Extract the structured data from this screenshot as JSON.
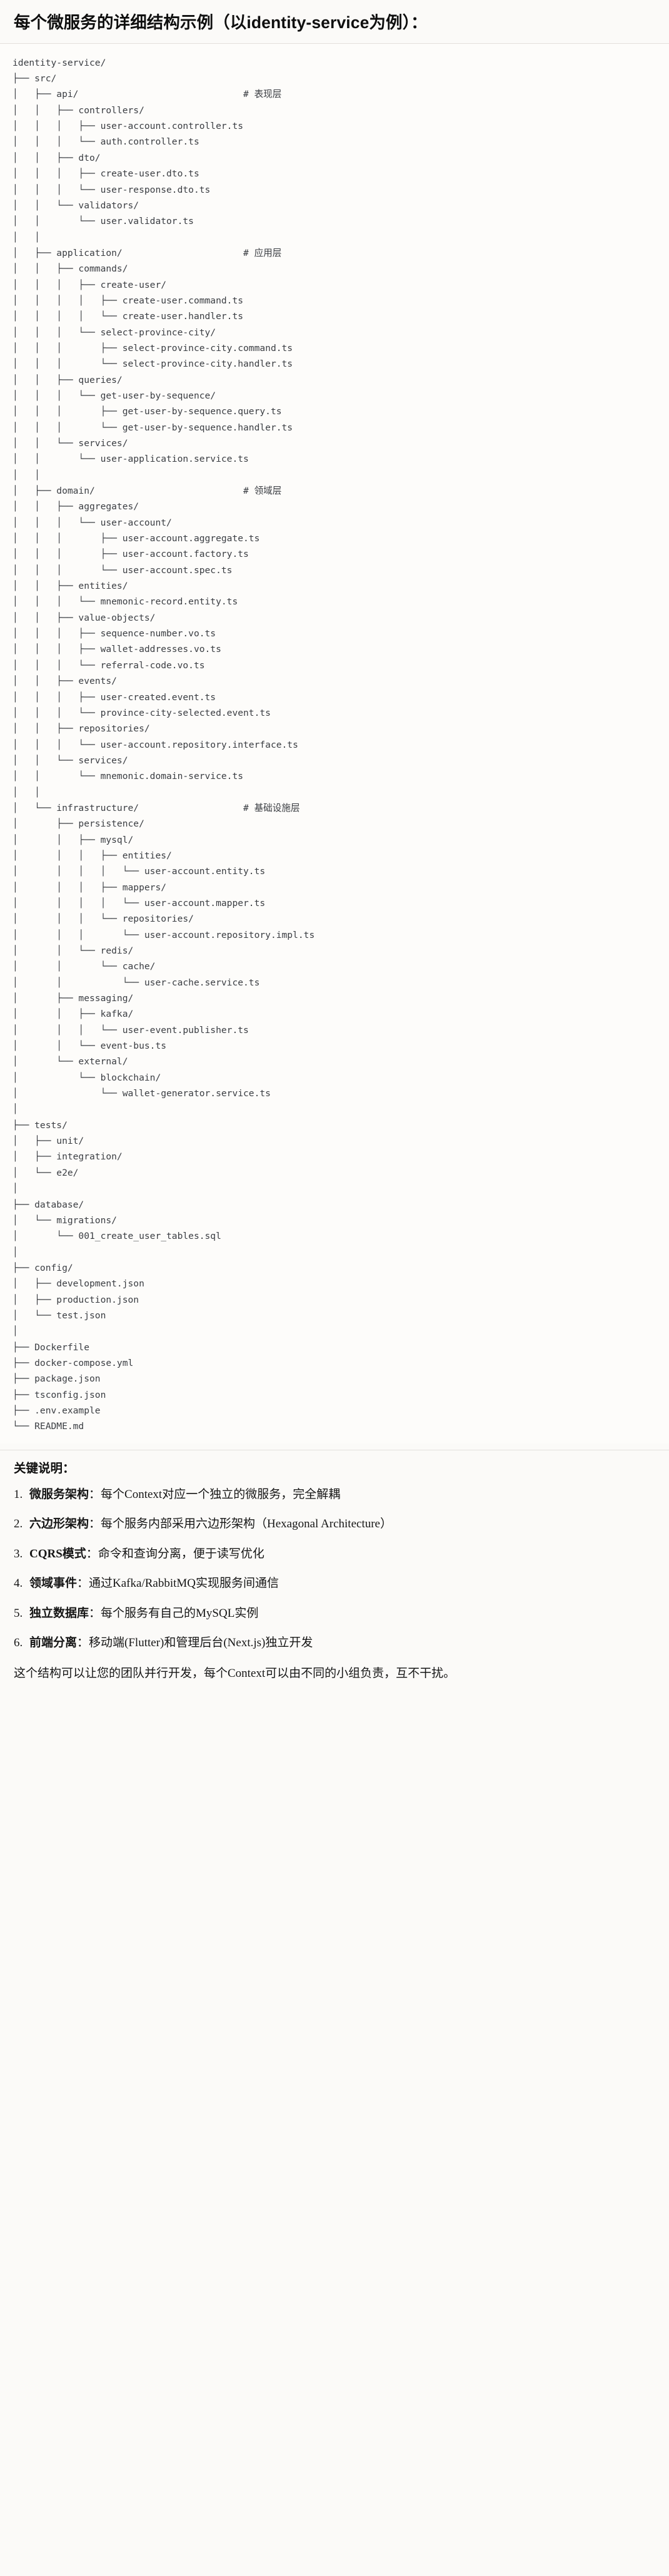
{
  "document": {
    "title": "每个微服务的详细结构示例（以identity-service为例）：",
    "notes_title": "关键说明：",
    "closing": "这个结构可以让您的团队并行开发，每个Context可以由不同的小组负责，互不干扰。"
  },
  "tree": {
    "root": "identity-service/",
    "comments": {
      "api": "# 表现层",
      "application": "# 应用层",
      "domain": "# 领域层",
      "infrastructure": "# 基础设施层"
    },
    "text": "identity-service/\n├── src/\n│   ├── api/                              # 表现层\n│   │   ├── controllers/\n│   │   │   ├── user-account.controller.ts\n│   │   │   └── auth.controller.ts\n│   │   ├── dto/\n│   │   │   ├── create-user.dto.ts\n│   │   │   └── user-response.dto.ts\n│   │   └── validators/\n│   │       └── user.validator.ts\n│   │\n│   ├── application/                      # 应用层\n│   │   ├── commands/\n│   │   │   ├── create-user/\n│   │   │   │   ├── create-user.command.ts\n│   │   │   │   └── create-user.handler.ts\n│   │   │   └── select-province-city/\n│   │   │       ├── select-province-city.command.ts\n│   │   │       └── select-province-city.handler.ts\n│   │   ├── queries/\n│   │   │   └── get-user-by-sequence/\n│   │   │       ├── get-user-by-sequence.query.ts\n│   │   │       └── get-user-by-sequence.handler.ts\n│   │   └── services/\n│   │       └── user-application.service.ts\n│   │\n│   ├── domain/                           # 领域层\n│   │   ├── aggregates/\n│   │   │   └── user-account/\n│   │   │       ├── user-account.aggregate.ts\n│   │   │       ├── user-account.factory.ts\n│   │   │       └── user-account.spec.ts\n│   │   ├── entities/\n│   │   │   └── mnemonic-record.entity.ts\n│   │   ├── value-objects/\n│   │   │   ├── sequence-number.vo.ts\n│   │   │   ├── wallet-addresses.vo.ts\n│   │   │   └── referral-code.vo.ts\n│   │   ├── events/\n│   │   │   ├── user-created.event.ts\n│   │   │   └── province-city-selected.event.ts\n│   │   ├── repositories/\n│   │   │   └── user-account.repository.interface.ts\n│   │   └── services/\n│   │       └── mnemonic.domain-service.ts\n│   │\n│   └── infrastructure/                   # 基础设施层\n│       ├── persistence/\n│       │   ├── mysql/\n│       │   │   ├── entities/\n│       │   │   │   └── user-account.entity.ts\n│       │   │   ├── mappers/\n│       │   │   │   └── user-account.mapper.ts\n│       │   │   └── repositories/\n│       │   │       └── user-account.repository.impl.ts\n│       │   └── redis/\n│       │       └── cache/\n│       │           └── user-cache.service.ts\n│       ├── messaging/\n│       │   ├── kafka/\n│       │   │   └── user-event.publisher.ts\n│       │   └── event-bus.ts\n│       └── external/\n│           └── blockchain/\n│               └── wallet-generator.service.ts\n│\n├── tests/\n│   ├── unit/\n│   ├── integration/\n│   └── e2e/\n│\n├── database/\n│   └── migrations/\n│       └── 001_create_user_tables.sql\n│\n├── config/\n│   ├── development.json\n│   ├── production.json\n│   └── test.json\n│\n├── Dockerfile\n├── docker-compose.yml\n├── package.json\n├── tsconfig.json\n├── .env.example\n└── README.md"
  },
  "notes": [
    {
      "lead": "微服务架构",
      "sep": "：",
      "body": "每个Context对应一个独立的微服务，完全解耦"
    },
    {
      "lead": "六边形架构",
      "sep": "：",
      "body": "每个服务内部采用六边形架构（Hexagonal Architecture）"
    },
    {
      "lead": "CQRS模式",
      "sep": "：",
      "body": "命令和查询分离，便于读写优化"
    },
    {
      "lead": "领域事件",
      "sep": "：",
      "body": "通过Kafka/RabbitMQ实现服务间通信"
    },
    {
      "lead": "独立数据库",
      "sep": "：",
      "body": "每个服务有自己的MySQL实例"
    },
    {
      "lead": "前端分离",
      "sep": "：",
      "body": "移动端(Flutter)和管理后台(Next.js)独立开发"
    }
  ]
}
